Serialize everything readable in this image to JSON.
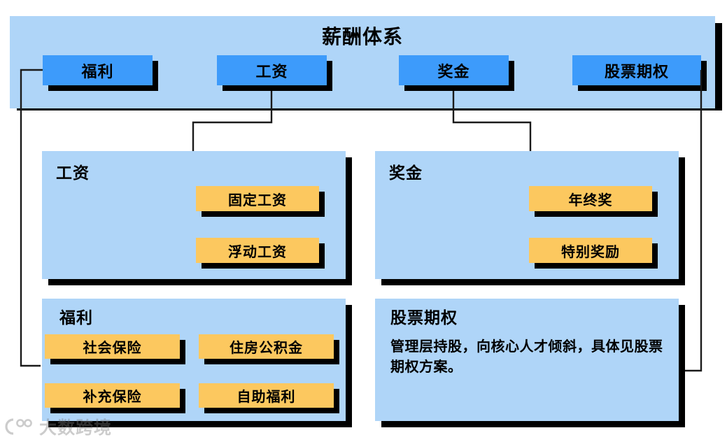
{
  "header": {
    "title": "薪酬体系",
    "chips": [
      {
        "label": "福利"
      },
      {
        "label": "工资"
      },
      {
        "label": "奖金"
      },
      {
        "label": "股票期权"
      }
    ]
  },
  "cards": [
    {
      "title": "工资",
      "items": [
        {
          "label": "固定工资"
        },
        {
          "label": "浮动工资"
        }
      ]
    },
    {
      "title": "奖金",
      "items": [
        {
          "label": "年终奖"
        },
        {
          "label": "特别奖励"
        }
      ]
    },
    {
      "title": "福利",
      "items": [
        {
          "label": "社会保险"
        },
        {
          "label": "住房公积金"
        },
        {
          "label": "补充保险"
        },
        {
          "label": "自助福利"
        }
      ]
    },
    {
      "title": "股票期权",
      "body": "管理层持股，向核心人才倾斜，具体见股票期权方案。"
    }
  ],
  "watermark": {
    "logo": "logo-icon",
    "text": "大数跨境"
  },
  "colors": {
    "card_blue": "#AFD5F8",
    "chip_blue": "#3D9BFB",
    "item_orange": "#FCC85F",
    "shadow": "#000000",
    "text": "#000000"
  }
}
